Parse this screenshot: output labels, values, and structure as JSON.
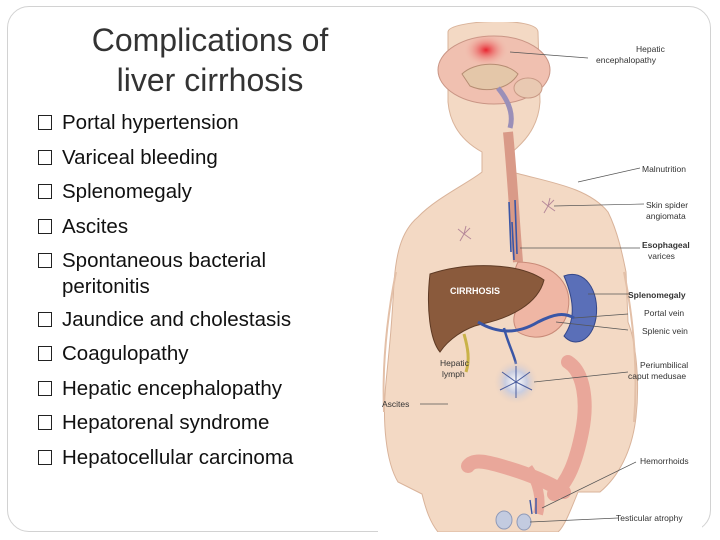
{
  "slide": {
    "title_line1": "Complications of",
    "title_line2": "liver cirrhosis",
    "bullets": [
      {
        "text": "Portal hypertension"
      },
      {
        "text": "Variceal bleeding"
      },
      {
        "text": "Splenomegaly"
      },
      {
        "text": "Ascites"
      },
      {
        "text": "Spontaneous bacterial",
        "cont": "peritonitis"
      },
      {
        "text": "Jaundice and cholestasis"
      },
      {
        "text": "Coagulopathy"
      },
      {
        "text": "Hepatic encephalopathy"
      },
      {
        "text": "Hepatorenal syndrome"
      },
      {
        "text": "Hepatocellular carcinoma"
      }
    ]
  },
  "illustration": {
    "organ_label": "CIRRHOSIS",
    "labels": {
      "hepatic_encephalopathy_1": "Hepatic",
      "hepatic_encephalopathy_2": "encephalopathy",
      "malnutrition": "Malnutrition",
      "skin_spider_1": "Skin spider",
      "skin_spider_2": "angiomata",
      "esophageal_1": "Esophageal",
      "esophageal_2": "varices",
      "splenomegaly": "Splenomegaly",
      "portal_vein": "Portal vein",
      "splenic_vein": "Splenic vein",
      "periumbilical_1": "Periumbilical",
      "periumbilical_2": "caput medusae",
      "hepatic_lymph_1": "Hepatic",
      "hepatic_lymph_2": "lymph",
      "ascites": "Ascites",
      "hemorrhoids": "Hemorrhoids",
      "testicular_atrophy": "Testicular atrophy"
    },
    "colors": {
      "skin": "#f3d9c4",
      "liver": "#8a5a3c",
      "spleen": "#5a6fb8",
      "veins": "#3a56a6",
      "colon": "#e9a79a",
      "brain": "#f0b6a8"
    }
  }
}
